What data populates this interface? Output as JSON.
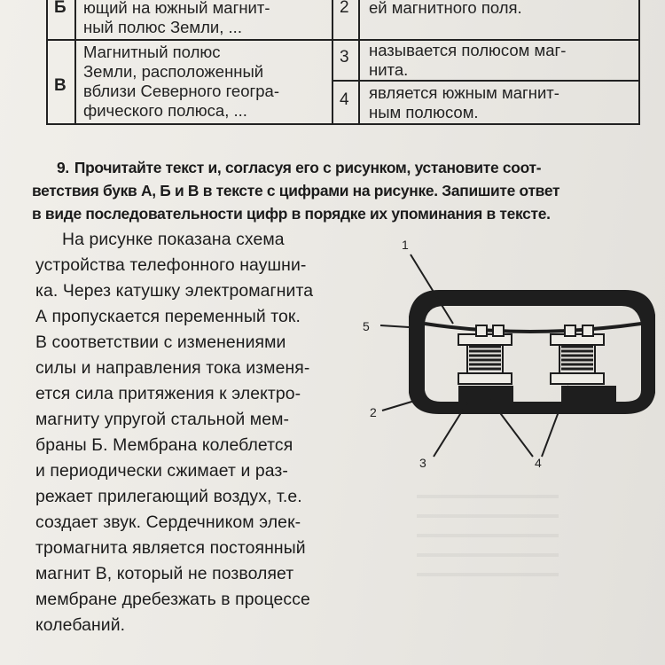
{
  "table": {
    "rows": [
      {
        "letter": "Б",
        "left": "ющий на южный магнит-\nный полюс Земли, ...",
        "num": "2",
        "right": "ей магнитного поля."
      },
      {
        "letter": "В",
        "left": "Магнитный полюс\nЗемли, расположенный\nвблизи Северного геогра-\nфического полюса, ...",
        "num3": "3",
        "right3": "называется полюсом маг-\nнита.",
        "num4": "4",
        "right4": "является южным магнит-\nным полюсом."
      }
    ]
  },
  "task": {
    "number": "9.",
    "text_lines": [
      "Прочитайте текст и, согласуя его с рисунком, установите соот-",
      "ветствия букв А, Б и В в тексте с цифрами на рисунке. Запишите ответ",
      "в виде последовательности цифр в порядке их упоминания в тексте."
    ]
  },
  "body": {
    "lines": [
      "На рисунке показана схема",
      "устройства телефонного наушни-",
      "ка. Через катушку электромагнита",
      "А пропускается переменный ток.",
      "В соответствии с изменениями",
      "силы и направления тока изменя-",
      "ется сила притяжения к электро-",
      "магниту упругой стальной мем-",
      "браны Б. Мембрана колеблется",
      "и периодически сжимает и раз-",
      "режает прилегающий воздух, т.е.",
      "создает звук. Сердечником элек-",
      "тромагнита является постоянный",
      "магнит В, который не позволяет",
      "мембране дребезжать в процессе",
      "колебаний."
    ]
  },
  "figure": {
    "labels": {
      "l1": "1",
      "l2": "2",
      "l3": "3",
      "l4": "4",
      "l5": "5"
    }
  }
}
